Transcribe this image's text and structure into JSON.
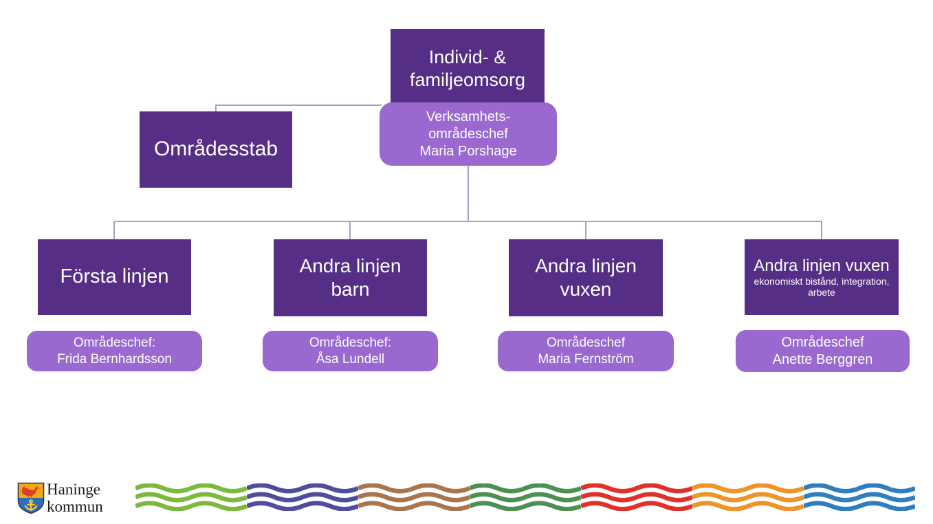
{
  "colors": {
    "box_dark": "#562E86",
    "box_light": "#9969CF",
    "connector": "#A89CC8",
    "box_text": "#FFFFFF",
    "canvas_bg": "#FFFFFF",
    "logo_text": "#1A1A1A"
  },
  "chart": {
    "root": {
      "title": "Individ- &\nfamiljeomsorg",
      "manager": "Verksamhets-\nområdeschef\nMaria Porshage"
    },
    "staff_unit": {
      "title": "Områdesstab"
    },
    "units": [
      {
        "title": "Första linjen",
        "manager": "Områdeschef:\nFrida Bernhardsson"
      },
      {
        "title": "Andra linjen\nbarn",
        "manager": "Områdeschef:\nÅsa Lundell"
      },
      {
        "title": "Andra linjen\nvuxen",
        "manager": "Områdeschef\nMaria Fernström"
      },
      {
        "title": "Andra linjen vuxen",
        "subtitle": "ekonomiskt bistånd, integration,\narbete",
        "manager": "Områdeschef\nAnette Berggren"
      }
    ]
  },
  "footer": {
    "logo": {
      "name": "Haninge\nkommun",
      "shield_top_color": "#F3A712",
      "shield_bottom_color": "#2F6DB4",
      "rooster_color": "#D5402B",
      "anchor_color": "#FFC937",
      "border_color": "#27355F"
    },
    "wave_colors": [
      "#7CBA3D",
      "#4E4D9E",
      "#A8764E",
      "#4E9052",
      "#E0312A",
      "#EE9428",
      "#2E7EC0"
    ]
  }
}
